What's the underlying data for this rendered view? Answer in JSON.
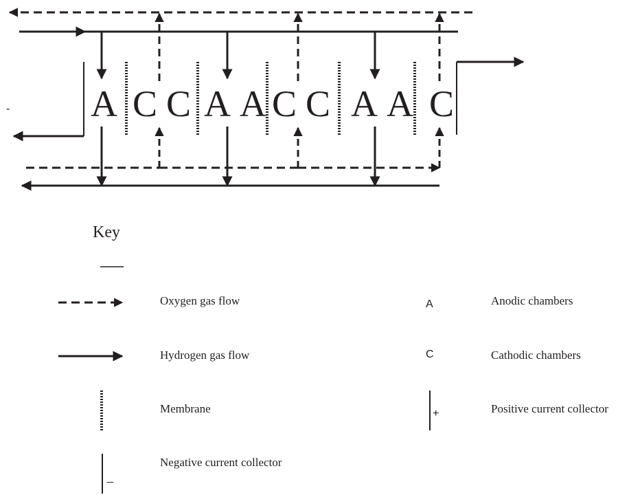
{
  "chambers": [
    "A",
    "C",
    "C",
    "A",
    "A",
    "C",
    "C",
    "A",
    "A",
    "C"
  ],
  "left_sign": "-",
  "key": {
    "title": "Key",
    "entries": [
      {
        "symbol": "oxygen-dashed-arrow",
        "label": "Oxygen gas flow"
      },
      {
        "symbol": "hydrogen-solid-arrow",
        "label": "Hydrogen gas flow"
      },
      {
        "symbol": "membrane-dotted-line",
        "label": "Membrane"
      },
      {
        "symbol": "negative-collector",
        "label": "Negative current collector",
        "sign": "_"
      },
      {
        "symbol": "letter-a",
        "letter": "A",
        "label": "Anodic chambers"
      },
      {
        "symbol": "letter-c",
        "letter": "C",
        "label": "Cathodic chambers"
      },
      {
        "symbol": "positive-collector",
        "label": "Positive current collector",
        "sign": "+"
      }
    ]
  },
  "colors": {
    "ink": "#231f20",
    "background": "#ffffff"
  }
}
